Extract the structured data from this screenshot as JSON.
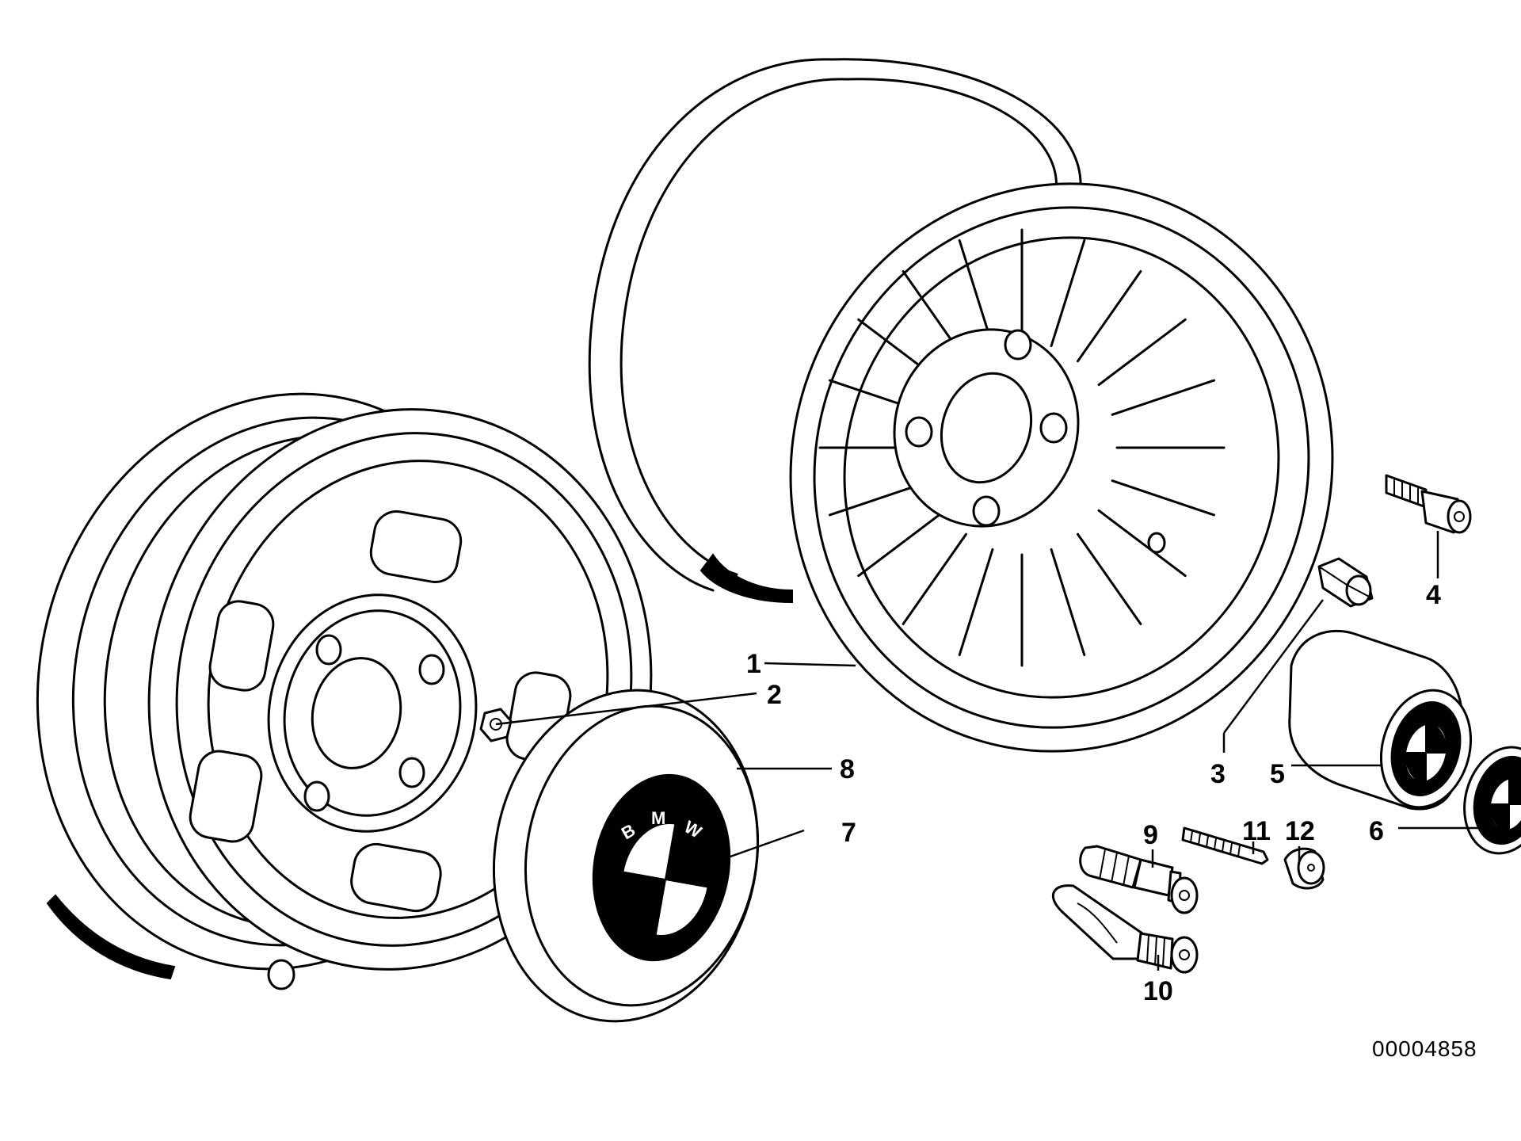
{
  "callouts": [
    {
      "id": "1",
      "label": "1"
    },
    {
      "id": "2",
      "label": "2"
    },
    {
      "id": "3",
      "label": "3"
    },
    {
      "id": "4",
      "label": "4"
    },
    {
      "id": "5",
      "label": "5"
    },
    {
      "id": "6",
      "label": "6"
    },
    {
      "id": "7",
      "label": "7"
    },
    {
      "id": "8",
      "label": "8"
    },
    {
      "id": "9",
      "label": "9"
    },
    {
      "id": "10",
      "label": "10"
    },
    {
      "id": "11",
      "label": "11"
    },
    {
      "id": "12",
      "label": "12"
    }
  ],
  "logo_text": "BMW",
  "catalog_number": "00004858",
  "colors": {
    "line": "#000000",
    "background": "#ffffff"
  }
}
